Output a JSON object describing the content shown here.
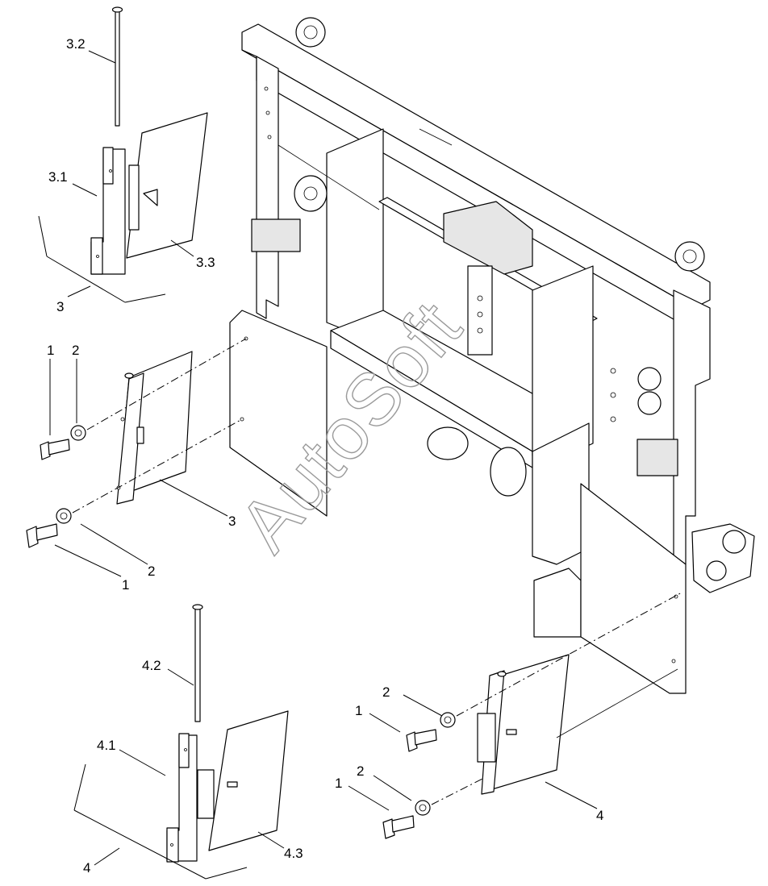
{
  "watermark": "AutoSoft",
  "callouts": {
    "c3_2": "3.2",
    "c3_1": "3.1",
    "c3_3": "3.3",
    "c3_group": "3",
    "c1_a": "1",
    "c2_a": "2",
    "c3_b": "3",
    "c2_b": "2",
    "c1_b": "1",
    "c4_2": "4.2",
    "c4_1": "4.1",
    "c4_3": "4.3",
    "c4_group": "4",
    "c2_c": "2",
    "c1_c": "1",
    "c2_d": "2",
    "c1_d": "1",
    "c4_b": "4"
  }
}
